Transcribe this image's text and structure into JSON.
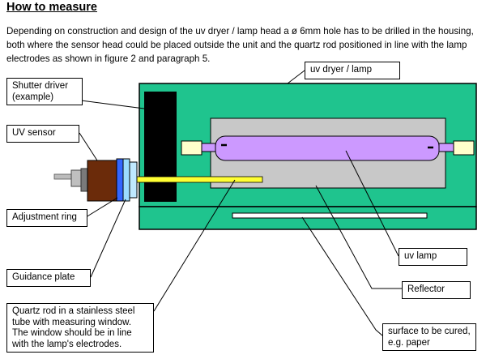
{
  "heading": "How to measure",
  "intro": "Depending on construction and design of the uv dryer / lamp head a ø 6mm hole has to be drilled in the housing, both where the sensor head could be placed outside the unit and the quartz rod positioned in line with the lamp electrodes as shown in figure 2 and paragraph 5.",
  "labels": {
    "shutter": "Shutter driver (example)",
    "uv_sensor": "UV sensor",
    "adjustment": "Adjustment ring",
    "guidance": "Guidance plate",
    "quartz": "Quartz rod in a stainless steel tube with measuring window. The window should be in line with the lamp's electrodes.",
    "dryer": "uv dryer / lamp",
    "uv_lamp": "uv lamp",
    "reflector": "Reflector",
    "surface": "surface  to be cured, e.g. paper"
  },
  "colors": {
    "housing": "#1fc48e",
    "reflector": "#c8c8c8",
    "lamp": "#cc99ff",
    "electrode": "#ffffcc",
    "quartz_rod": "#ffff33",
    "sensor": "#6b2b0a",
    "ring": "#3366ff",
    "guidance": "#9cdcff"
  }
}
